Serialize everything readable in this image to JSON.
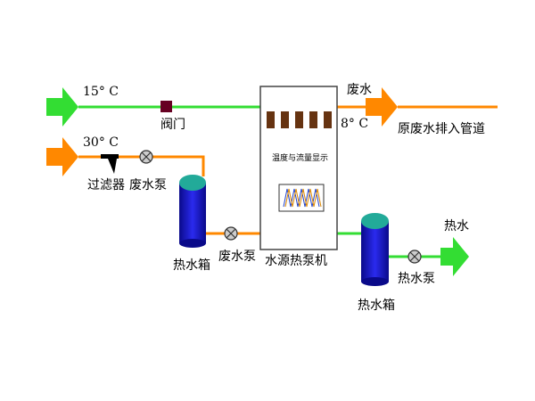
{
  "labels": {
    "cold_water_temp": "15° C",
    "valve": "阀门",
    "waste_water_in_temp": "30° C",
    "filter": "过滤器",
    "pump_top": "废水泵",
    "hot_tank_left": "热水箱",
    "pump_mid": "废水泵",
    "heat_pump_unit": "水源热泵机",
    "display_panel": "温度与流量显示",
    "waste_water_out": "废水",
    "waste_water_out_temp": "8° C",
    "discharge": "原废水排入管道",
    "hot_tank_right": "热水箱",
    "pump_right": "热水泵",
    "hot_water_out": "热水"
  },
  "colors": {
    "green_pipe": "#33dd33",
    "orange_pipe": "#ff8800",
    "tank_blue": "#1a1acc",
    "tank_top": "#22aa99",
    "valve": "#660022",
    "slots": "#663311"
  }
}
